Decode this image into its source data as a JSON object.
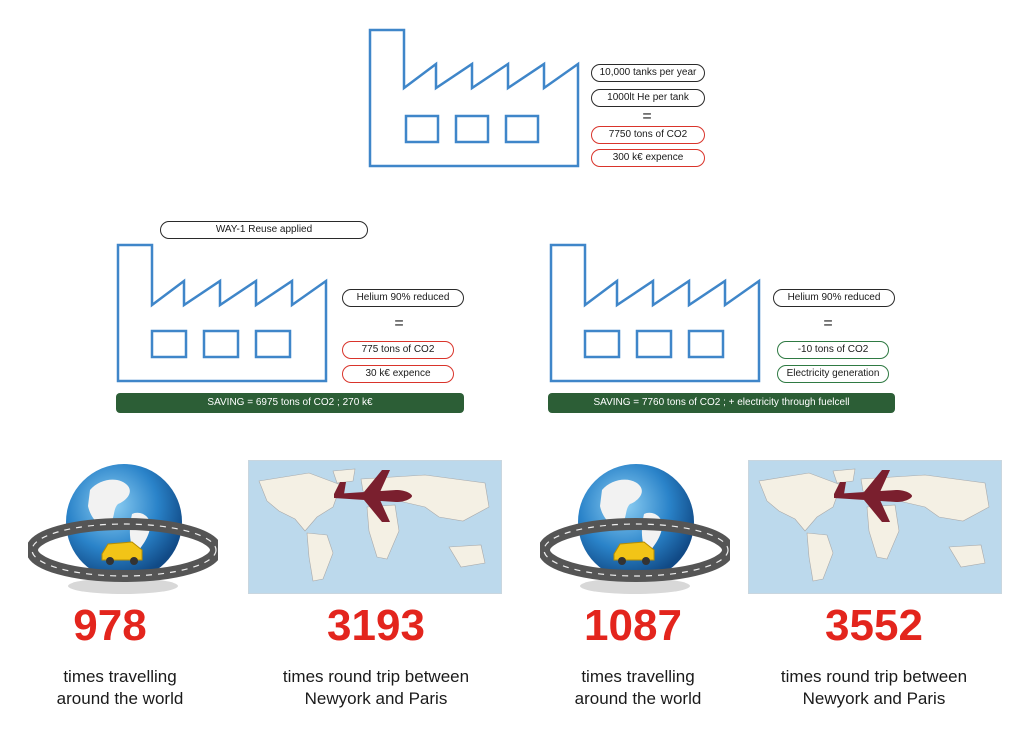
{
  "baseline": {
    "tanks": "10,000 tanks per year",
    "he_per_tank": "1000lt He per tank",
    "equals": "=",
    "co2": "7750 tons of CO2",
    "expense": "300 k€ expence"
  },
  "way1": {
    "title": "WAY-1  Reuse applied",
    "helium": "Helium 90% reduced",
    "equals": "=",
    "co2": "775 tons of CO2",
    "expense": "30 k€ expence",
    "saving": "SAVING  =  6975 tons of CO2  ;  270 k€"
  },
  "way2": {
    "helium": "Helium 90% reduced",
    "equals": "=",
    "co2": "-10 tons of CO2",
    "electricity": "Electricity generation",
    "saving": "SAVING  =  7760 tons of CO2  ;  + electricity through fuelcell"
  },
  "stats": [
    {
      "number": "978",
      "line1": "times travelling",
      "line2": "around the world"
    },
    {
      "number": "3193",
      "line1": "times round trip between",
      "line2": "Newyork and Paris"
    },
    {
      "number": "1087",
      "line1": "times travelling",
      "line2": "around the world"
    },
    {
      "number": "3552",
      "line1": "times round trip between",
      "line2": "Newyork and Paris"
    }
  ],
  "colors": {
    "factory_outline": "#3f86c9",
    "accent_red": "#e3251d",
    "pill_red_border": "#d9342b",
    "pill_green_border": "#2f7a43",
    "saving_bar": "#2c5e36",
    "plane": "#7a1f2e"
  },
  "icons": [
    "factory-icon",
    "globe-car-icon",
    "world-map-icon",
    "airplane-icon"
  ]
}
